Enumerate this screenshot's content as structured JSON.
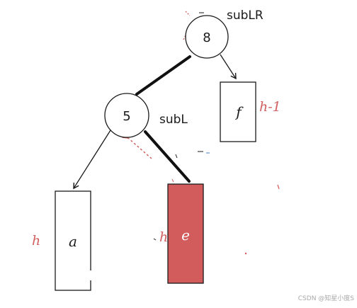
{
  "colors": {
    "stroke": "#1a1a1a",
    "accent": "#d05a5a",
    "highlight_fill": "#d25b5b",
    "label_red": "#d36060",
    "watermark": "#a8a8a8"
  },
  "nodes": {
    "root": {
      "value": "8",
      "name": "subLR"
    },
    "left": {
      "value": "5",
      "name": "subL"
    }
  },
  "subtrees": {
    "a": {
      "label": "a",
      "height": "h"
    },
    "e": {
      "label": "e",
      "height": "h"
    },
    "f": {
      "label": "f",
      "height": "h-1"
    }
  },
  "watermark": "CSDN @知星小度S"
}
